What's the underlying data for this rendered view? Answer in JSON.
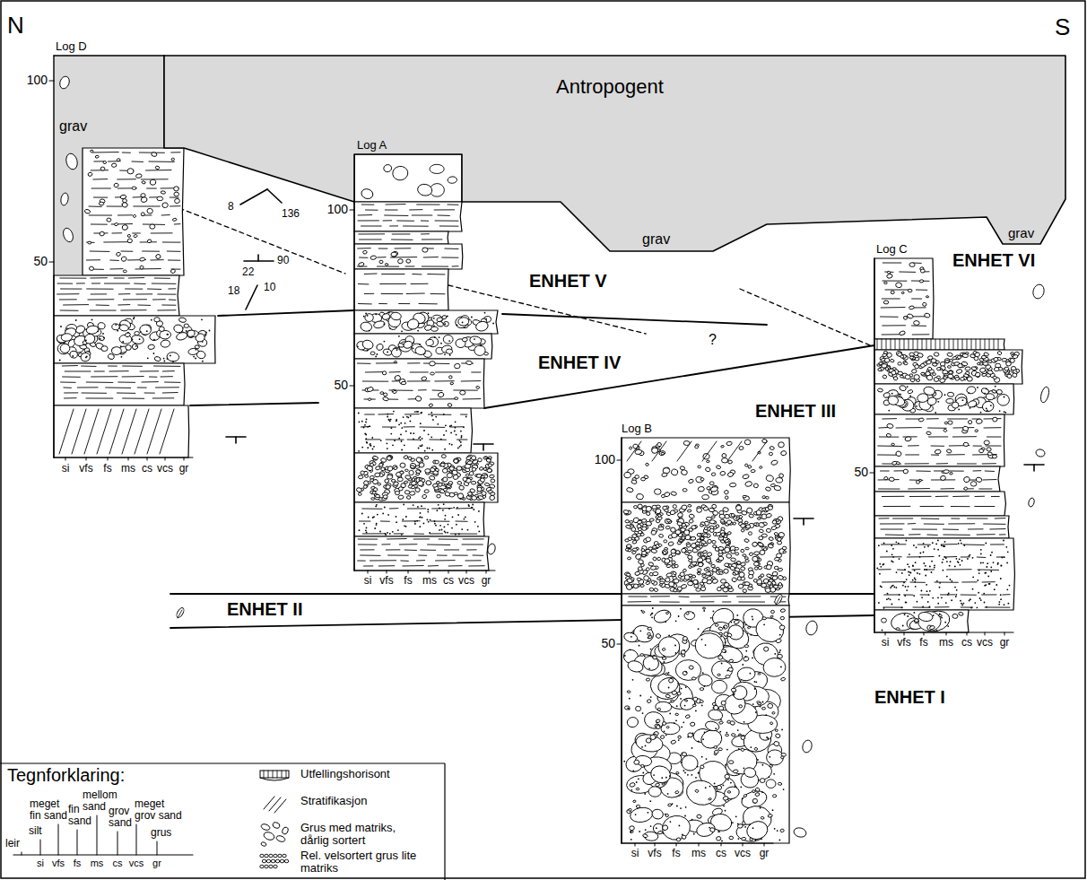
{
  "diagram": {
    "nodes": [
      {
        "text": [
          "Antropogent"
        ]
      }
    ],
    "labels": [
      "N",
      "S",
      "Log D",
      "Log A",
      "Log B",
      "Log C",
      "100",
      "50",
      "100",
      "50",
      "100",
      "50",
      "50",
      "grav",
      "grav",
      "grav",
      "ENHET V",
      "ENHET IV",
      "ENHET III",
      "ENHET VI",
      "ENHET II",
      "ENHET I",
      "8",
      "136",
      "90",
      "22",
      "10",
      "18",
      "?",
      "si",
      "vfs",
      "fs",
      "ms",
      "cs",
      "vcs",
      "gr",
      "si",
      "vfs",
      "fs",
      "ms",
      "cs",
      "vcs",
      "gr",
      "si",
      "vfs",
      "fs",
      "ms",
      "cs",
      "vcs",
      "gr",
      "si",
      "vfs",
      "fs",
      "ms",
      "cs",
      "vcs",
      "gr",
      "Tegnforklaring:",
      "leir",
      "silt",
      "meget fin sand",
      "fin sand",
      "mellom sand",
      "grov sand",
      "meget grov sand",
      "grus",
      "si",
      "vfs",
      "fs",
      "ms",
      "cs",
      "vcs",
      "gr"
    ],
    "legend": [
      {
        "text": "Utfellingshorisont"
      },
      {
        "text": "Stratifikasjon"
      },
      {
        "text": "Grus med matriks, dårlig sortert"
      },
      {
        "text": "Rel. velsortert grus lite matriks"
      }
    ]
  }
}
